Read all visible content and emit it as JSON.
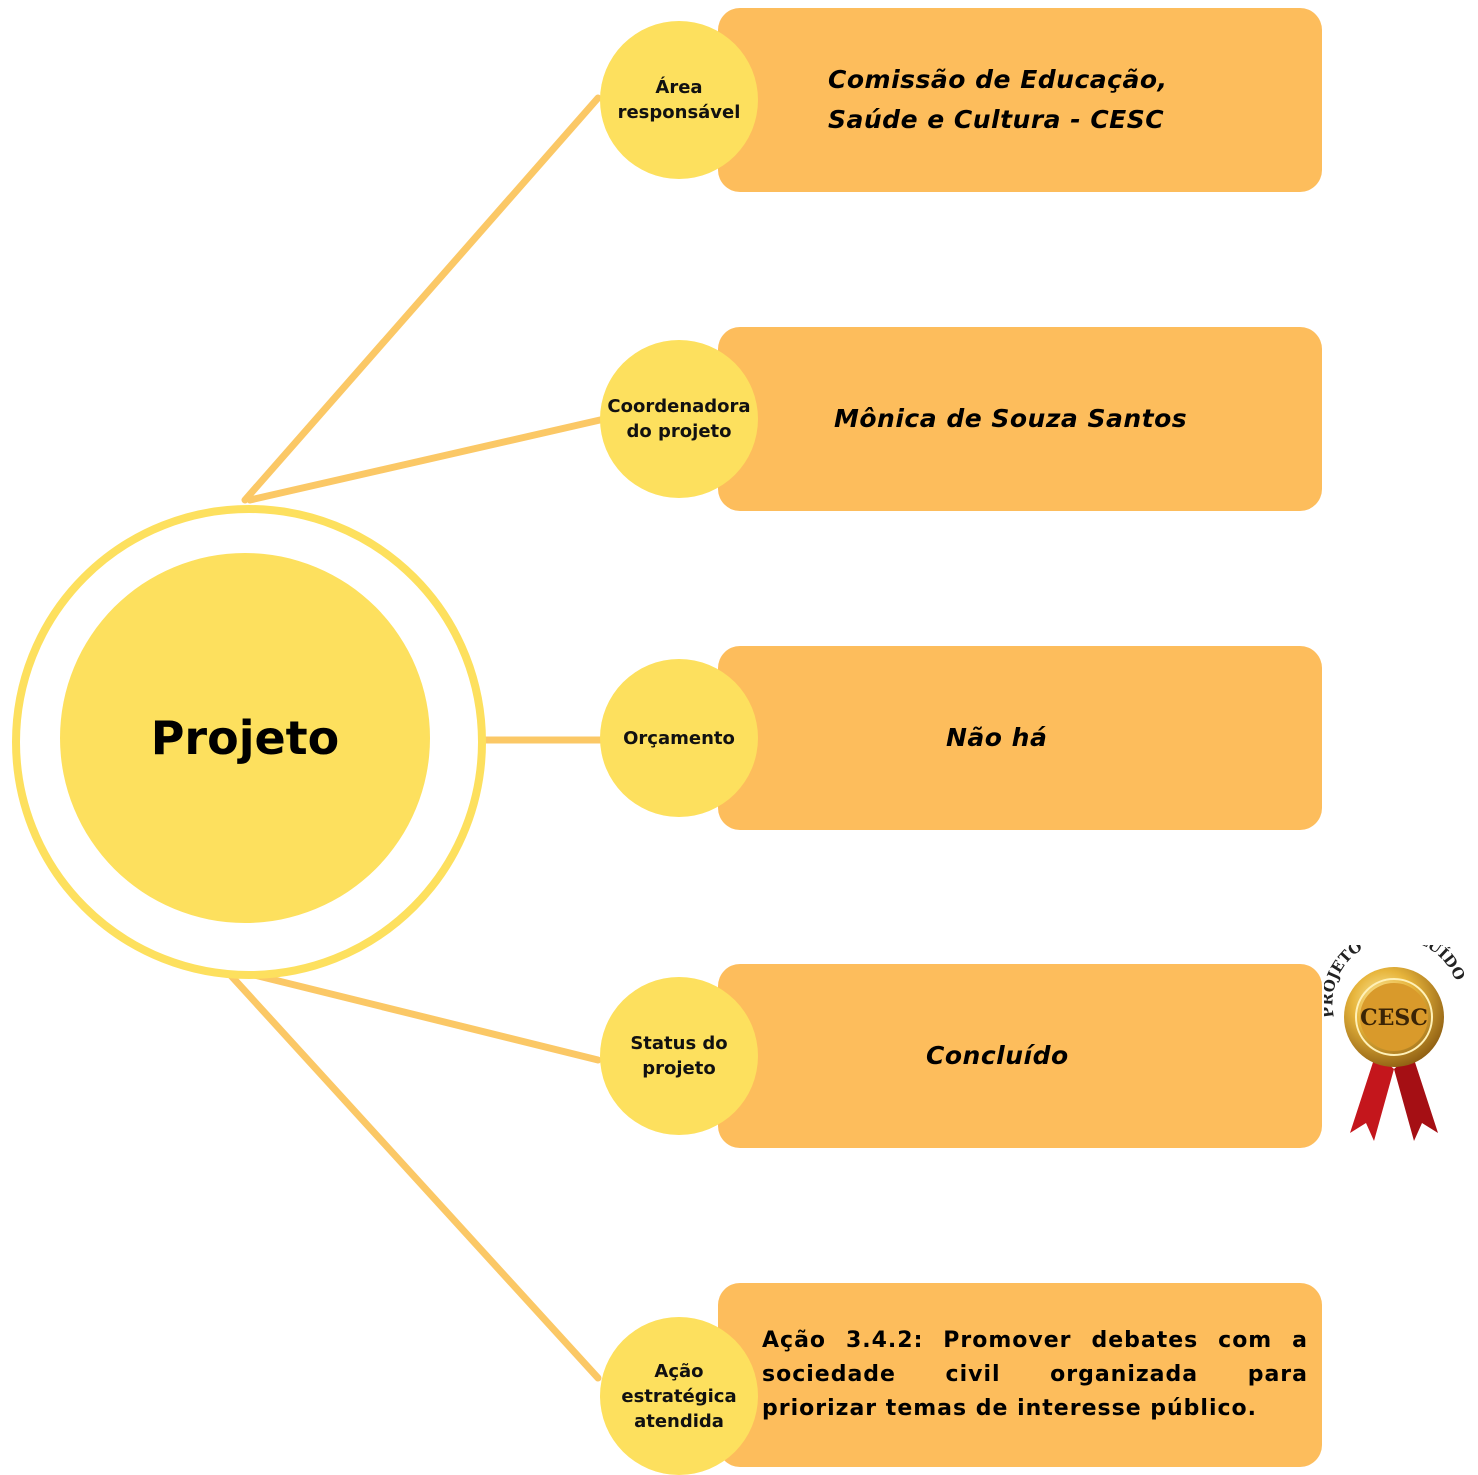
{
  "center": {
    "label": "Projeto"
  },
  "rows": [
    {
      "label": "Área\nresponsável",
      "value": "Comissão de Educação,\nSaúde e Cultura - CESC"
    },
    {
      "label": "Coordenadora\ndo projeto",
      "value": "Mônica de Souza Santos"
    },
    {
      "label": "Orçamento",
      "value": "Não há"
    },
    {
      "label": "Status do\nprojeto",
      "value": "Concluído"
    },
    {
      "label": "Ação\nestratégica\natendida",
      "value": "Ação 3.4.2: Promover debates com a sociedade civil organizada para priorizar temas de interesse público."
    }
  ],
  "seal": {
    "arc_text": "PROJETO CONCLUÍDO",
    "center_text": "CESC"
  },
  "colors": {
    "bubble": "#fde05e",
    "card": "#fdbd5c",
    "connector": "#fbc866",
    "ring": "#fde05e"
  }
}
